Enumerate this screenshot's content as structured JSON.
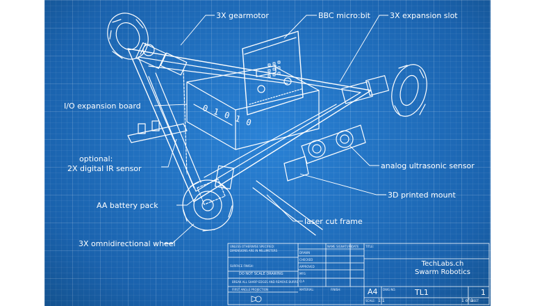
{
  "labels": {
    "gearmotor": "3X gearmotor",
    "microbit": "BBC micro:bit",
    "expansion_slot": "3X expansion slot",
    "io_board": "I/O expansion board",
    "optional_line1": "optional:",
    "optional_line2": "2X digital IR sensor",
    "ultrasonic": "analog ultrasonic sensor",
    "mount": "3D printed mount",
    "battery": "AA battery pack",
    "frame": "laser cut frame",
    "omniwheel": "3X omnidirectional wheel"
  },
  "board_text": "0 1 0 1 0",
  "title_block": {
    "company": "TechLabs.ch",
    "project": "Swarm Robotics",
    "size": "A4",
    "drawing_no": "TL1",
    "revision": "1",
    "scale": "1:1",
    "sheet": "1 of 1",
    "notes_line1": "UNLESS OTHERWISE SPECIFIED:",
    "notes_line2": "DIMENSIONS ARE IN MILLIMETERS",
    "surface_finish": "SURFACE FINISH:",
    "dont_scale": "DO NOT SCALE DRAWING",
    "break_edges": "BREAK ALL SHARP EDGES AND REMOVE BURRS",
    "first_angle": "FIRST ANGLE PROJECTION",
    "col_name": "NAME",
    "col_signature": "SIGNATURE",
    "col_date": "DATE",
    "row_drawn": "DRAWN",
    "row_checked": "CHECKED",
    "row_approved": "APPROVED",
    "row_mfg": "MFG",
    "row_qa": "Q.A",
    "material": "MATERIAL:",
    "finish": "FINISH:",
    "title_lbl": "TITLE:",
    "dwg_lbl": "DWG NO.",
    "scale_lbl": "SCALE:",
    "sheet_lbl": "SHEET"
  },
  "colors": {
    "blueprint": "#1f6fbf",
    "line": "#ffffff"
  }
}
